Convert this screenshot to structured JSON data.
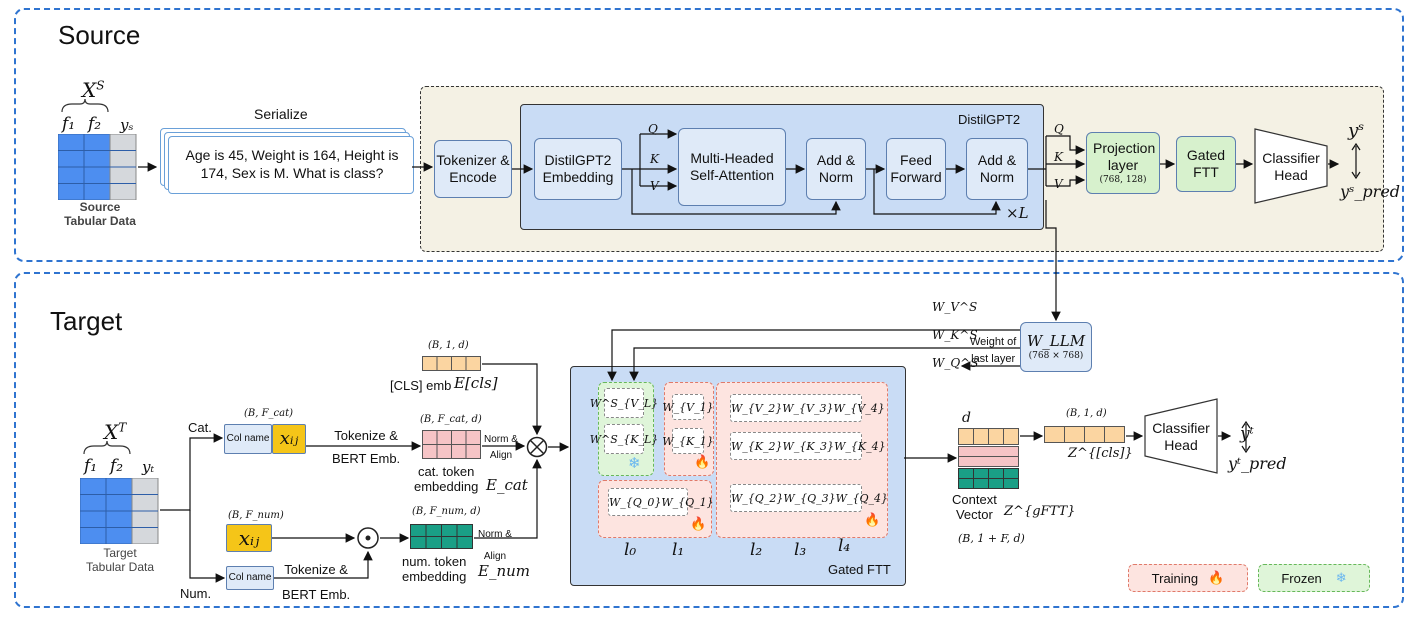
{
  "source": {
    "title": "Source",
    "table_label_top": "X",
    "table_label_sup": "S",
    "col_f1": "f₁",
    "col_f2": "f₂",
    "col_y": "yₛ",
    "table_caption_1": "Source",
    "table_caption_2": "Tabular Data",
    "serialize_label": "Serialize",
    "serialized_text": "Age is 45, Weight is 164, Height is 174, Sex is M. What is class?",
    "tokenizer": "Tokenizer & Encode",
    "distil_title": "DistilGPT2",
    "embedding": "DistilGPT2 Embedding",
    "mhsa": "Multi-Headed Self-Attention",
    "addnorm1": "Add & Norm",
    "feedforward": "Feed Forward",
    "addnorm2": "Add & Norm",
    "times_l": "×L",
    "q": "Q",
    "k": "K",
    "v": "V",
    "projection": "Projection layer",
    "projection_dims": "(768, 128)",
    "gated_ftt": "Gated FTT",
    "classifier": "Classifier Head",
    "y_out": "yˢ",
    "y_pred": "yˢ_pred"
  },
  "target": {
    "title": "Target",
    "w_v": "W_V^S",
    "w_k": "W_K^S",
    "w_q": "W_Q^S",
    "w_llm": "W_LLM",
    "w_llm_dims": "(768 × 768)",
    "weight_of": "Weight of",
    "last_layer": "last layer",
    "cls_dims": "(B, 1, d)",
    "cls_emb": "[CLS] emb",
    "cls_sym": "E[cls]",
    "table_label_top": "X",
    "table_label_sup": "T",
    "col_f1": "f₁",
    "col_f2": "f₂",
    "col_y": "yₜ",
    "table_caption_1": "Target",
    "table_caption_2": "Tabular Data",
    "cat_label": "Cat.",
    "num_label": "Num.",
    "cat_dims": "(B, F_cat)",
    "col_name": "Col name",
    "xij": "xᵢⱼ",
    "tokenize_bert_1": "Tokenize &",
    "tokenize_bert_2": "BERT Emb.",
    "cat_token_dims": "(B, F_cat, d)",
    "cat_token_1": "cat. token",
    "cat_token_2": "embedding",
    "cat_sym": "E_cat",
    "norm_align_1": "Norm &",
    "norm_align_2": "Align",
    "num_dims": "(B, F_num)",
    "num_token_dims": "(B, F_num, d)",
    "num_token_1": "num. token",
    "num_token_2": "embedding",
    "num_sym": "E_num",
    "gated_ftt": "Gated FTT",
    "layers": [
      "l₀",
      "l₁",
      "l₂",
      "l₃",
      "l₄"
    ],
    "frozen_weights": [
      "W^S_{V_L}",
      "W^S_{K_L}"
    ],
    "wq_l0": [
      "W_{Q_0}",
      "W_{Q_1}"
    ],
    "wv_l1": "W_{V_1}",
    "wk_l1": "W_{K_1}",
    "wv_rest": [
      "W_{V_2}",
      "W_{V_3}",
      "W_{V_4}"
    ],
    "wk_rest": [
      "W_{K_2}",
      "W_{K_3}",
      "W_{K_4}"
    ],
    "wq_rest": [
      "W_{Q_2}",
      "W_{Q_3}",
      "W_{Q_4}"
    ],
    "d_label": "d",
    "context_1": "Context",
    "context_2": "Vector",
    "context_sym": "Z^{gFTT}",
    "context_dims": "(B, 1 + F, d)",
    "zcls_dims": "(B, 1, d)",
    "zcls_sym": "Z^{[cls]}",
    "classifier": "Classifier Head",
    "y_out": "yᵗ",
    "y_pred": "yᵗ_pred"
  },
  "legend": {
    "training": "Training",
    "frozen": "Frozen"
  },
  "colors": {
    "panel_border": "#2f74d0",
    "blue_cell": "#4d8ef0",
    "gray_cell": "#d5d8dc",
    "distil_bg": "#c9dcf5",
    "box_blue": "#dfeaf8",
    "green_box": "#d7f1cd",
    "yellow": "#f5c518",
    "orange": "#fbd5a1",
    "pink": "#f6c4c6",
    "teal": "#1a9f86",
    "training_bg": "#fde4e0",
    "frozen_bg": "#dff5d9",
    "beige": "#f4f1e4"
  }
}
